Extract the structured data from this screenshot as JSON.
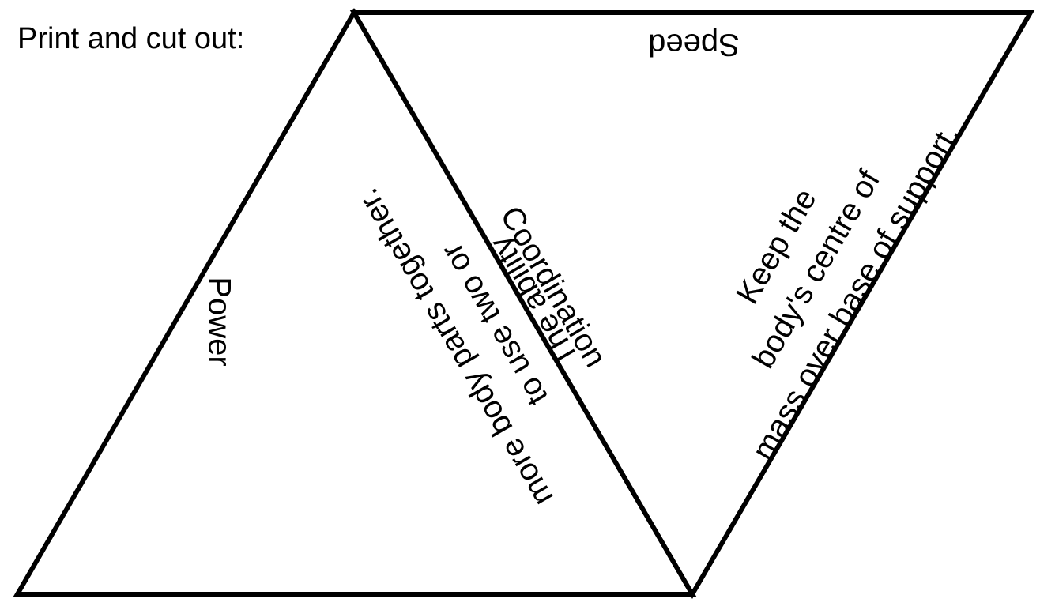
{
  "instruction": "Print and cut out:",
  "labels": {
    "speed": "Speed",
    "power": "Power",
    "coordination": "Coordination",
    "coordination_definition": [
      "more body parts together.",
      "to use two or",
      "The ability"
    ],
    "balance_definition": [
      "Keep the",
      "body's centre of",
      "mass over base of support."
    ]
  },
  "colors": {
    "stroke": "#000000",
    "fill": "#ffffff",
    "text": "#000000"
  }
}
